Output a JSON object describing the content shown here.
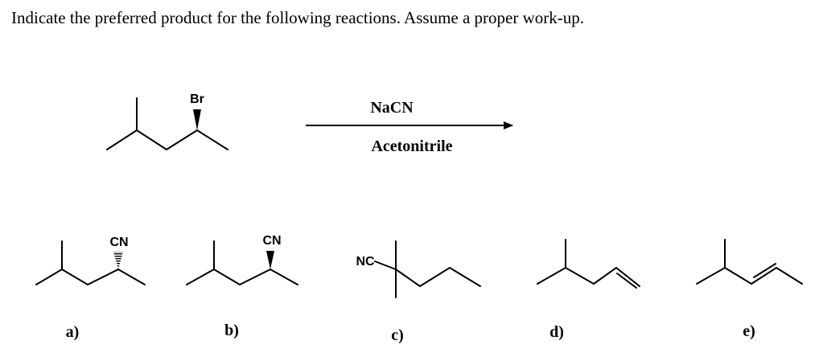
{
  "question": "Indicate the preferred product for the following reactions. Assume a proper work-up.",
  "reactant": {
    "substituent_label": "Br"
  },
  "reaction": {
    "reagent_above": "NaCN",
    "reagent_below": "Acetonitrile"
  },
  "choices": [
    {
      "label": "a)",
      "substituent_label": "CN"
    },
    {
      "label": "b)",
      "substituent_label": "CN"
    },
    {
      "label": "c)",
      "substituent_label": "NC"
    },
    {
      "label": "d)"
    },
    {
      "label": "e)"
    }
  ]
}
